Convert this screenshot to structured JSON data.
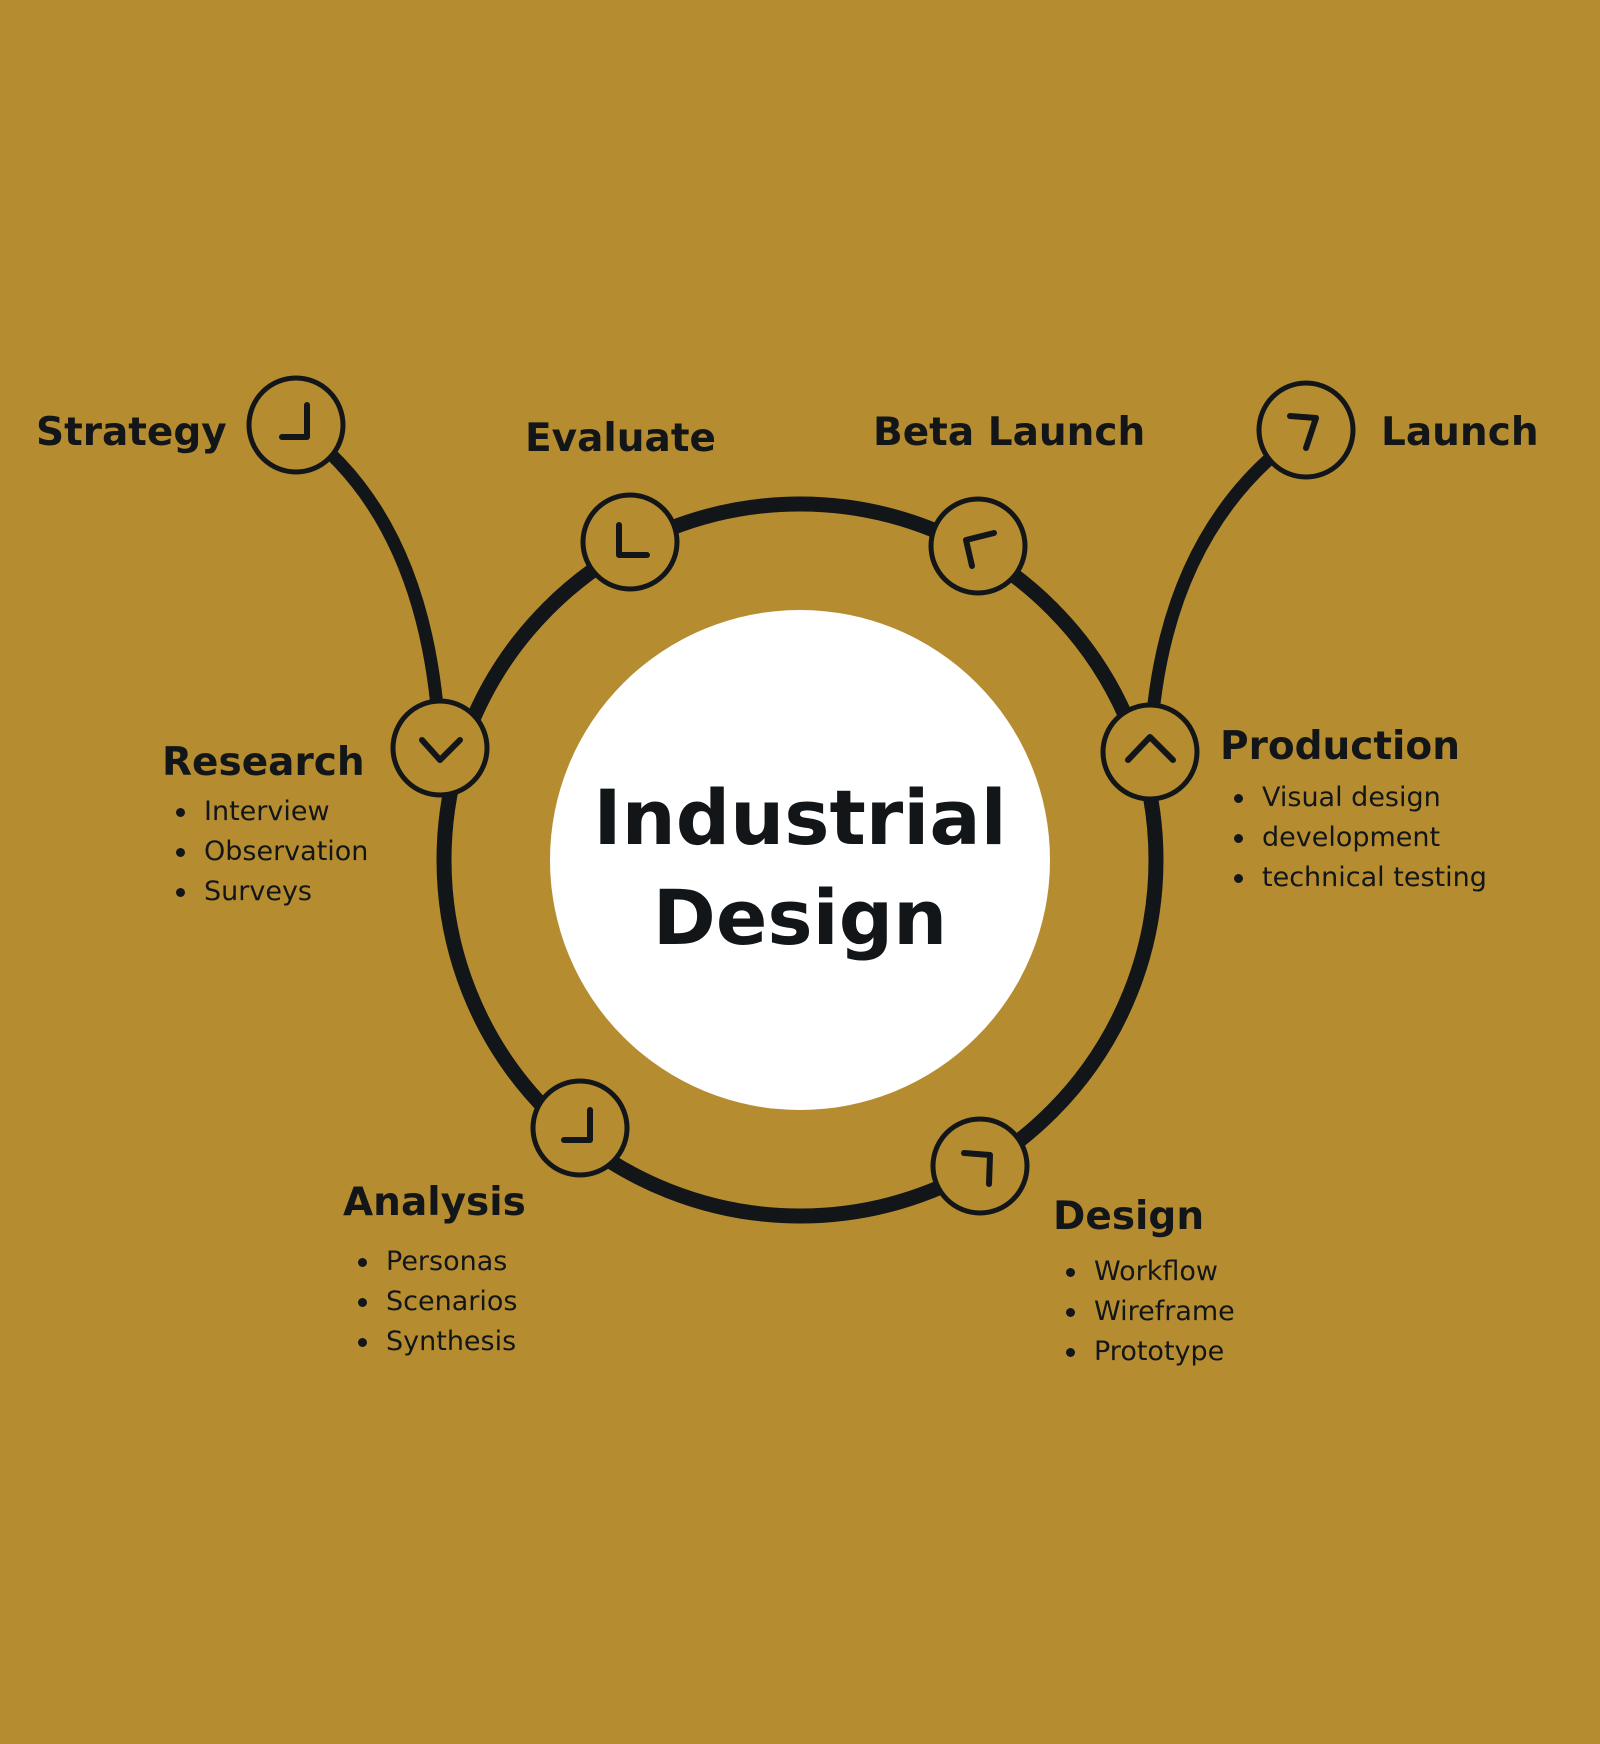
{
  "background_color": "#b68c30",
  "ink_color": "#131618",
  "center": {
    "line1": "Industrial",
    "line2": "Design",
    "fill": "#ffffff"
  },
  "stages": {
    "strategy": {
      "title": "Strategy"
    },
    "evaluate": {
      "title": "Evaluate"
    },
    "beta_launch": {
      "title": "Beta Launch"
    },
    "launch": {
      "title": "Launch"
    },
    "research": {
      "title": "Research",
      "items": [
        "Interview",
        "Observation",
        "Surveys"
      ]
    },
    "production": {
      "title": "Production",
      "items": [
        "Visual design",
        "development",
        "technical testing"
      ]
    },
    "analysis": {
      "title": "Analysis",
      "items": [
        "Personas",
        "Scenarios",
        "Synthesis"
      ]
    },
    "design": {
      "title": "Design",
      "items": [
        "Workflow",
        "Wireframe",
        "Prototype"
      ]
    }
  }
}
